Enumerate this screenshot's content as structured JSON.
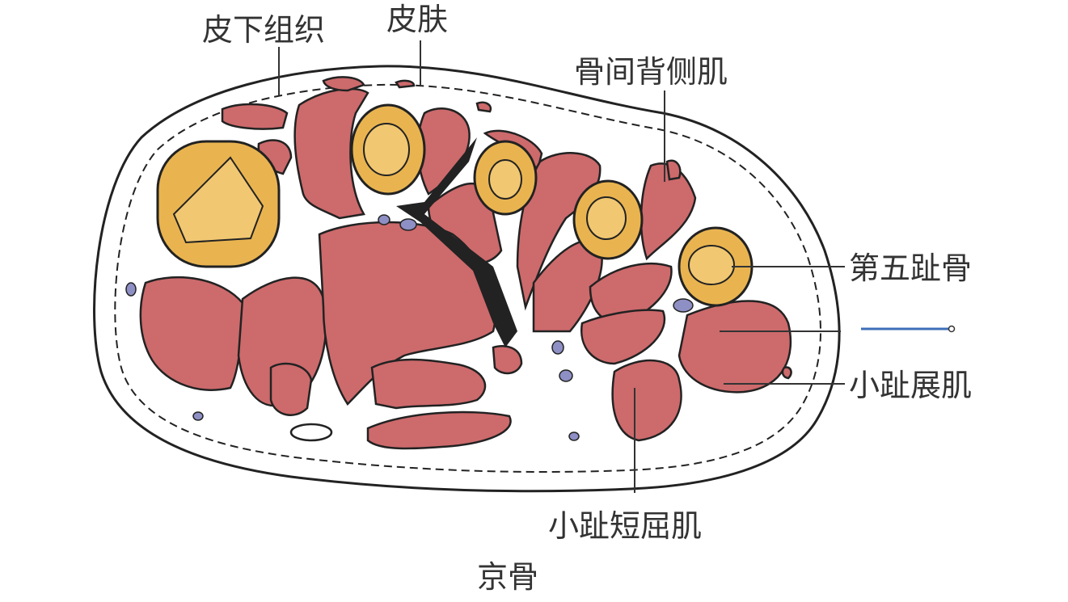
{
  "labels": {
    "subcutaneous": "皮下组织",
    "skin": "皮肤",
    "dorsal_interossei": "骨间背侧肌",
    "fifth_metatarsal": "第五趾骨",
    "abductor_digiti_minimi": "小趾展肌",
    "flexor_digiti_minimi_brevis": "小趾短屈肌",
    "caption": "京骨"
  },
  "colors": {
    "muscle": "#cd6a6c",
    "bone": "#e9b450",
    "outline": "#222222",
    "vessel": "#8e8fc4",
    "pointer": "#3d6fb8"
  }
}
